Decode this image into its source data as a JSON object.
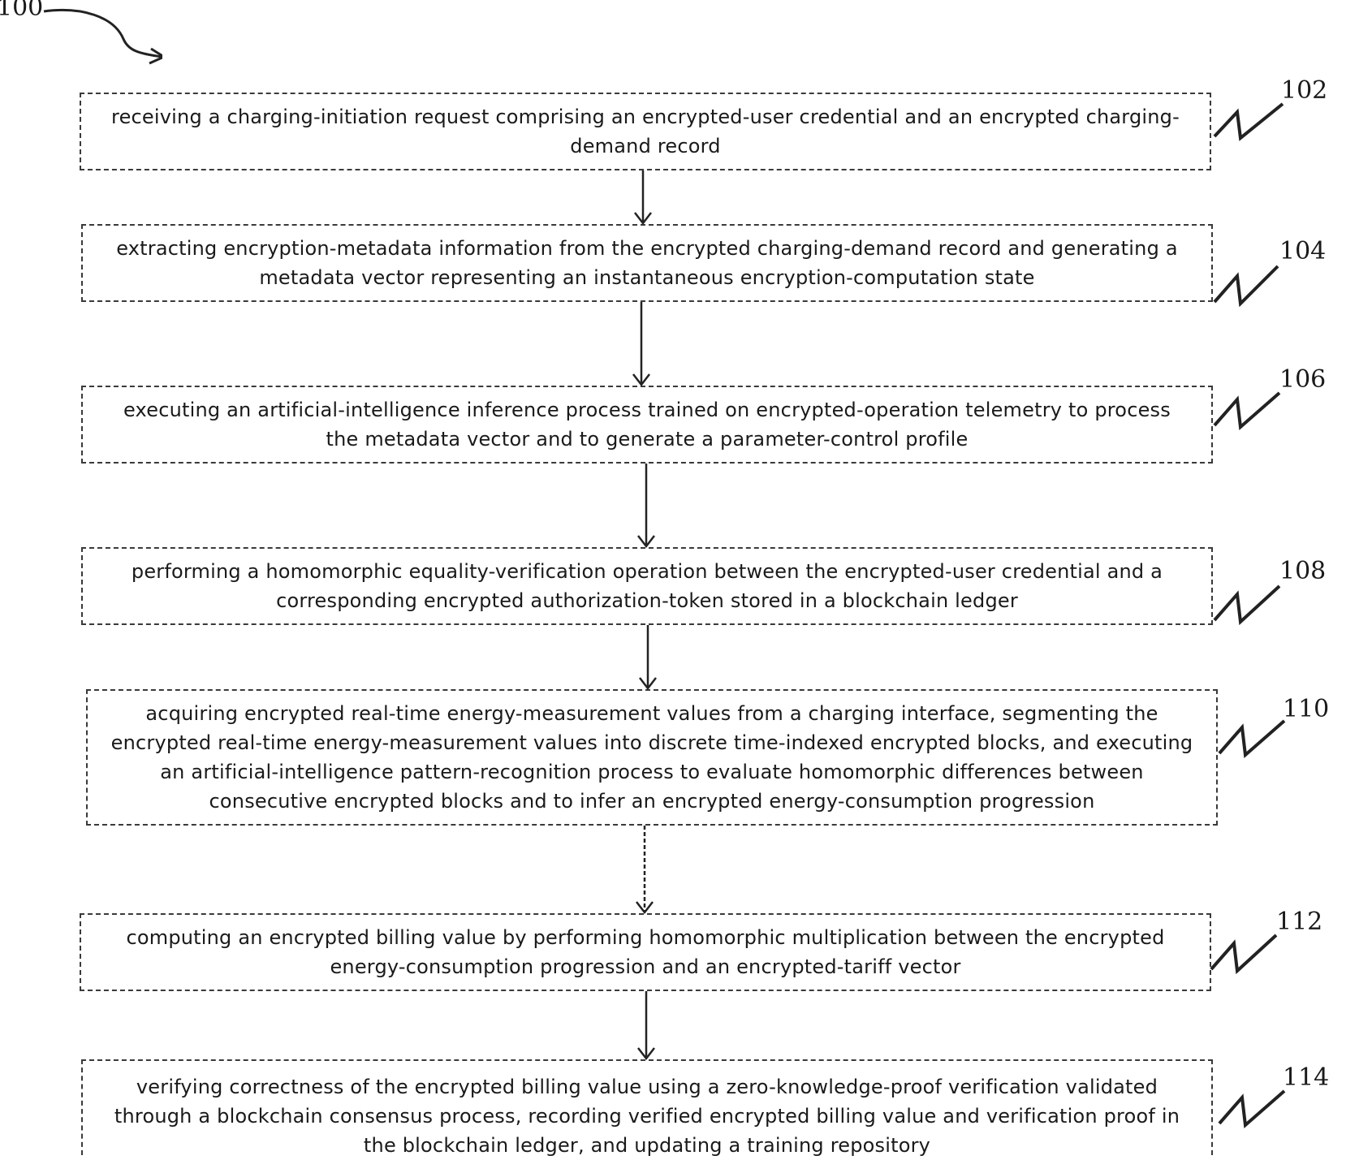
{
  "figure_label": "100",
  "steps": [
    {
      "ref": "102",
      "text": "receiving a charging-initiation request comprising an encrypted-user credential and an encrypted charging-demand record"
    },
    {
      "ref": "104",
      "text": "extracting encryption-metadata information from the encrypted charging-demand record and generating a metadata vector representing an instantaneous encryption-computation state"
    },
    {
      "ref": "106",
      "text": "executing an artificial-intelligence inference process trained on encrypted-operation telemetry to process the metadata vector and to generate a parameter-control profile"
    },
    {
      "ref": "108",
      "text": "performing a homomorphic equality-verification operation between the encrypted-user credential and a corresponding encrypted authorization-token stored in a blockchain ledger"
    },
    {
      "ref": "110",
      "text": "acquiring encrypted real-time energy-measurement values from a charging interface, segmenting the encrypted real-time energy-measurement values into discrete time-indexed encrypted blocks, and executing an artificial-intelligence pattern-recognition process to evaluate homomorphic differences between consecutive encrypted blocks and to infer an encrypted energy-consumption progression"
    },
    {
      "ref": "112",
      "text": "computing an encrypted billing value by performing homomorphic multiplication between the encrypted energy-consumption progression and an encrypted-tariff vector"
    },
    {
      "ref": "114",
      "text": "verifying correctness of the encrypted billing value using a zero-knowledge-proof verification validated through a blockchain consensus process, recording verified encrypted billing value and verification proof in the blockchain ledger, and updating a training repository"
    }
  ]
}
